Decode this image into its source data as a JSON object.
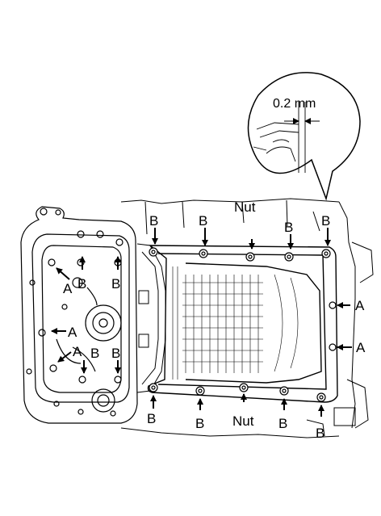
{
  "inset": {
    "measurement": "0.2 mm"
  },
  "labels": {
    "a": "A",
    "b": "B",
    "nut": "Nut"
  },
  "colors": {
    "ink": "#000000",
    "paper": "#ffffff"
  }
}
